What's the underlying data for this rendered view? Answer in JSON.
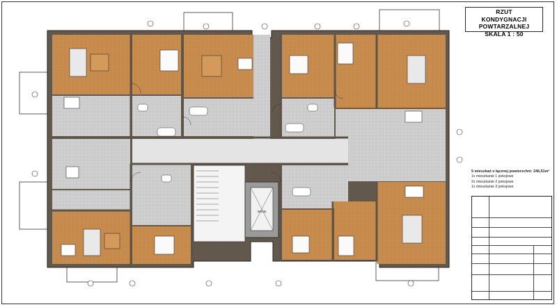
{
  "title": {
    "line1": "RZUT",
    "line2": "KONDYGNACJI",
    "line3": "POWTARZALNEJ",
    "line4": "SKALA 1 : 50"
  },
  "summary": {
    "head": "5 mieszkań o łącznej powierzchni: 246,51m²",
    "items": [
      "1x mieszkanie 1 pokojowe",
      "2x mieszkanie 2 pokojowe",
      "1x mieszkanie 3 pokojowe"
    ]
  },
  "stair": {
    "label": "Winda"
  },
  "colors": {
    "wall": "#5e5347",
    "floor_wood": "#c98e4f",
    "floor_tile": "#c9c9c9",
    "corridor": "#e0e0e0",
    "outline": "#222222"
  }
}
